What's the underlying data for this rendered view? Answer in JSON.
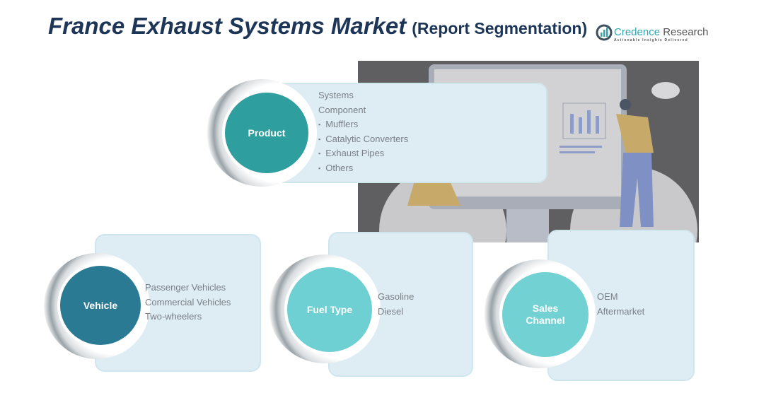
{
  "title": {
    "main": "France Exhaust Systems Market",
    "sub": "(Report Segmentation)"
  },
  "logo": {
    "name_a": "Credence",
    "name_b": " Research",
    "tagline": "Actionable Insights Delivered"
  },
  "segments": {
    "product": {
      "label": "Product",
      "items": [
        "Systems",
        "Component",
        "Mufflers",
        "Catalytic Converters",
        "Exhaust Pipes",
        "Others"
      ]
    },
    "vehicle": {
      "label": "Vehicle",
      "items": [
        "Passenger Vehicles",
        "Commercial Vehicles",
        "Two-wheelers"
      ]
    },
    "fuel": {
      "label": "Fuel Type",
      "items": [
        "Gasoline",
        "Diesel"
      ]
    },
    "sales": {
      "label": "Sales Channel",
      "items": [
        "OEM",
        "Aftermarket"
      ]
    }
  },
  "colors": {
    "product": "#2f9e9e",
    "vehicle": "#2b7a93",
    "fuel": "#6fd0d3",
    "sales": "#72d1d3"
  }
}
